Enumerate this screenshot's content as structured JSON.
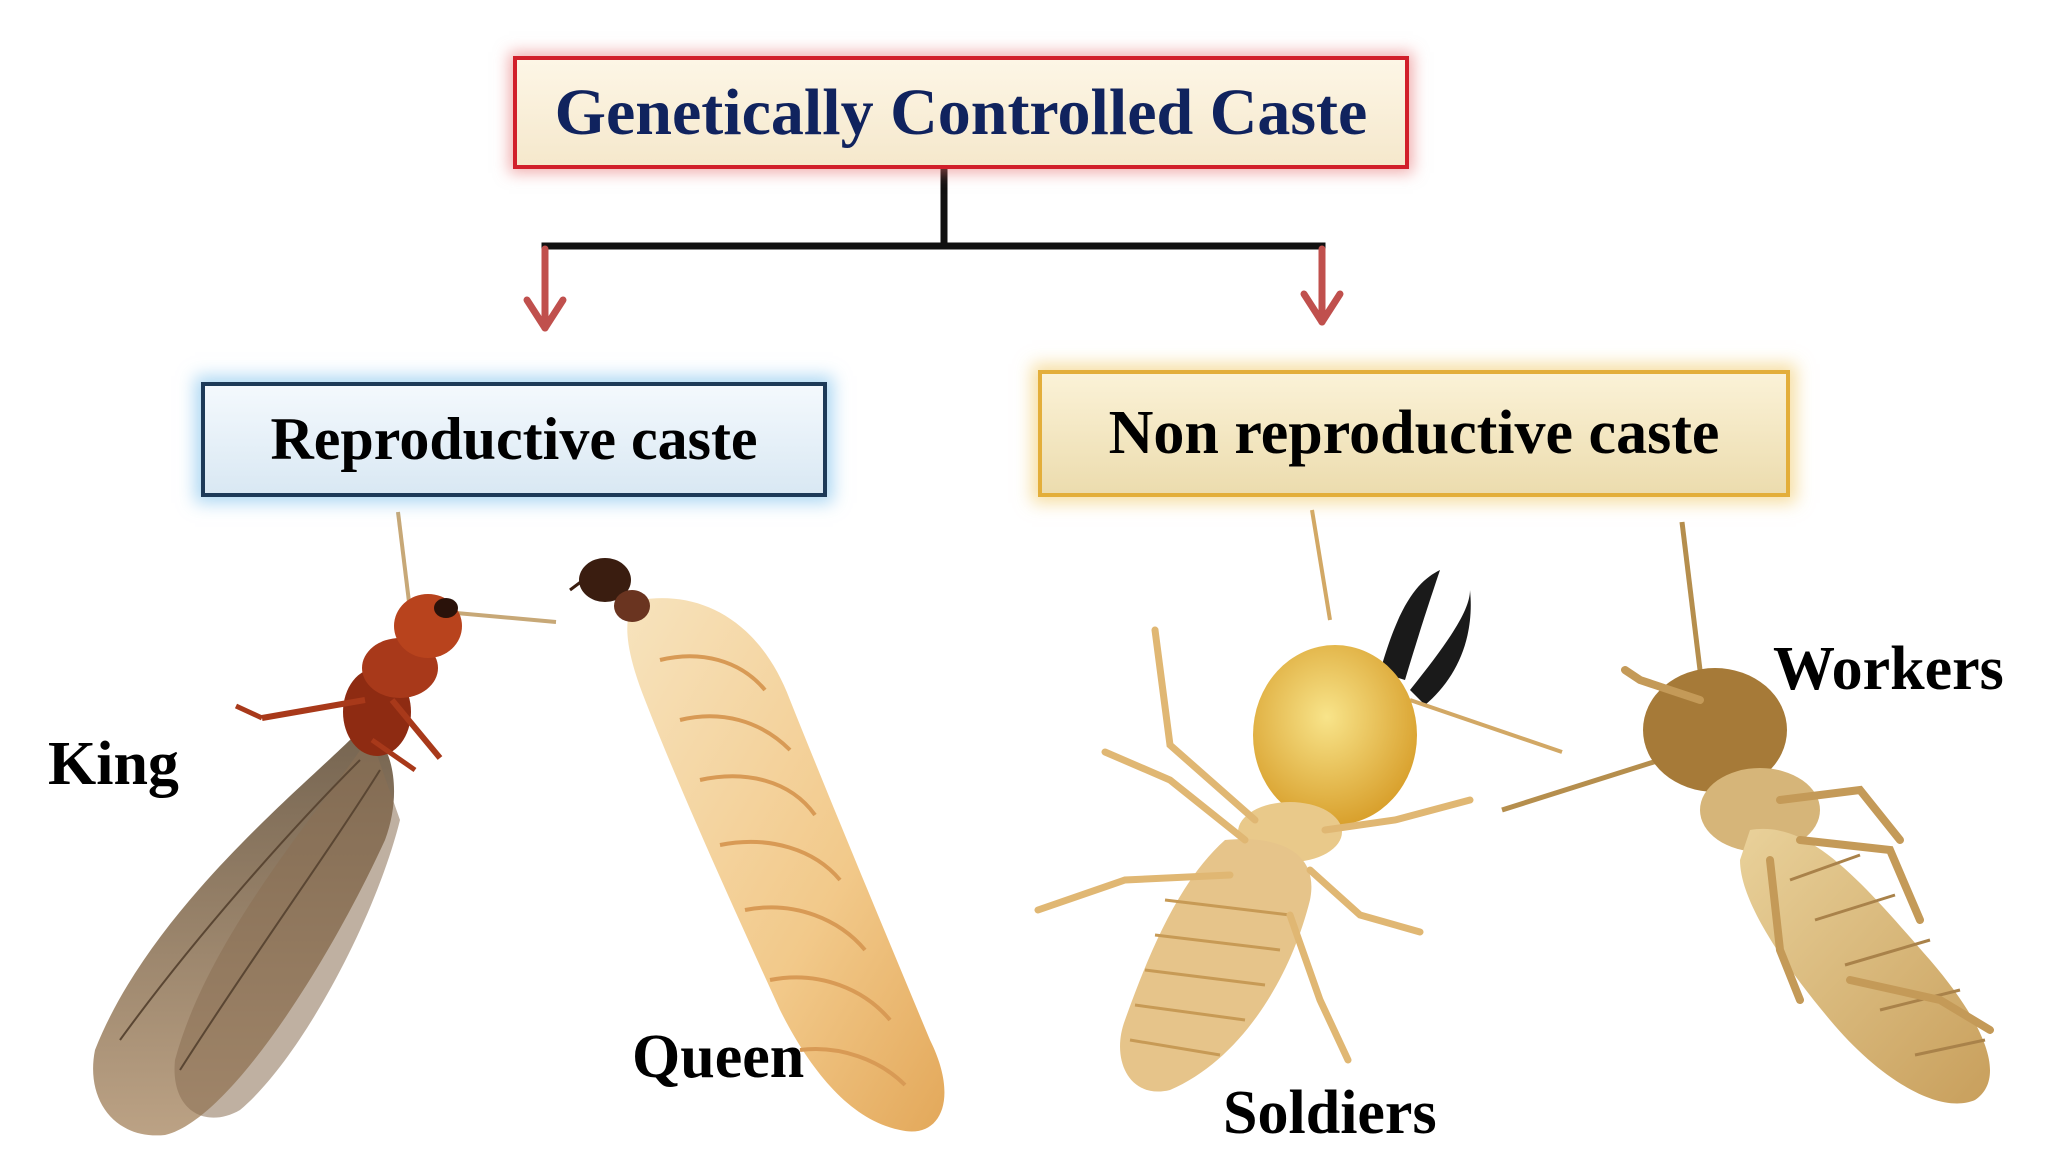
{
  "diagram": {
    "root": {
      "label": "Genetically Controlled Caste"
    },
    "branches": [
      {
        "label": "Reproductive caste",
        "members": [
          "King",
          "Queen"
        ]
      },
      {
        "label": "Non reproductive caste",
        "members": [
          "Soldiers",
          "Workers"
        ]
      }
    ]
  },
  "colors": {
    "root_border": "#d11f2a",
    "root_text": "#10235e",
    "reproductive_border": "#1d3a58",
    "non_reproductive_border": "#e3ae3a",
    "arrow": "#c0504d",
    "connector": "#111111"
  },
  "images": [
    {
      "name": "king-termite-image",
      "depicts": "winged termite king"
    },
    {
      "name": "queen-termite-image",
      "depicts": "swollen termite queen"
    },
    {
      "name": "soldier-termite-image",
      "depicts": "termite soldier with mandibles"
    },
    {
      "name": "worker-termite-image",
      "depicts": "termite worker"
    }
  ]
}
